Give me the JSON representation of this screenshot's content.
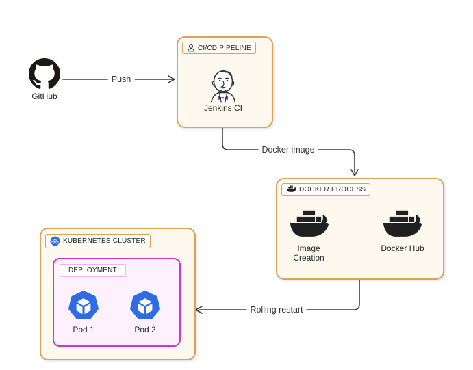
{
  "diagram": {
    "github": {
      "label": "GitHub"
    },
    "push_edge": {
      "label": "Push"
    },
    "cicd_box": {
      "title": "CI/CD PIPELINE",
      "node_label": "Jenkins CI"
    },
    "docker_image_edge": {
      "label": "Docker image"
    },
    "docker_box": {
      "title": "DOCKER PROCESS",
      "image_creation_label": "Image Creation",
      "docker_hub_label": "Docker Hub"
    },
    "rolling_restart_edge": {
      "label": "Rolling restart"
    },
    "k8s_box": {
      "title": "KUBERNETES CLUSTER",
      "deployment": {
        "title": "DEPLOYMENT",
        "pod1_label": "Pod 1",
        "pod2_label": "Pod 2"
      }
    },
    "icons": {
      "github": "github-octocat-icon",
      "cicd_chip": "developer-person-icon",
      "jenkins": "jenkins-butler-icon",
      "docker_chip": "docker-whale-icon",
      "image_creation": "docker-whale-icon",
      "docker_hub": "docker-whale-icon",
      "k8s_chip": "kubernetes-wheel-icon",
      "pods": "kubernetes-pod-cube-icon"
    }
  },
  "colors": {
    "box_border": "#dfa154",
    "box_fill": "#fdf9ee",
    "chip_fill": "#fffdf7",
    "deployment_border": "#d233d2",
    "deployment_fill": "#fdf1fd",
    "deployment_chip_border": "#eeb4ee",
    "k8s_blue": "#2e6ce6",
    "arrow_color": "#3c3c3c",
    "orange_arrow": "#e8a33d",
    "text_color": "#262626",
    "canvas_bg": "#ffffff"
  }
}
